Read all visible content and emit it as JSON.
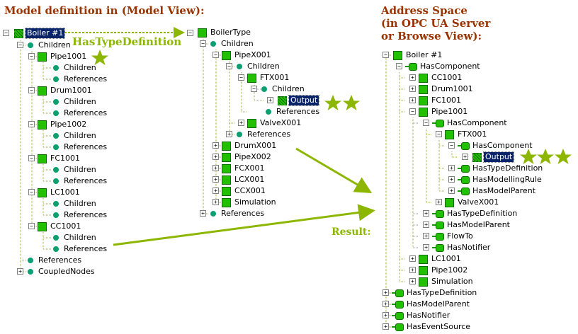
{
  "headings": {
    "model_definition": "Model definition in (Model View):",
    "address_space_line1": "Address Space",
    "address_space_line2": "(in OPC UA Server",
    "address_space_line3": "or Browse View):",
    "has_type_definition": "HasTypeDefinition",
    "result": "Result:"
  },
  "model_tree": {
    "root": "Boiler #1",
    "children": "Children",
    "pipe1001": "Pipe1001",
    "pipe1001_children": "Children",
    "pipe1001_references": "References",
    "drum1001": "Drum1001",
    "drum1001_children": "Children",
    "drum1001_references": "References",
    "pipe1002": "Pipe1002",
    "pipe1002_children": "Children",
    "pipe1002_references": "References",
    "fc1001": "FC1001",
    "fc1001_children": "Children",
    "fc1001_references": "References",
    "lc1001": "LC1001",
    "lc1001_children": "Children",
    "lc1001_references": "References",
    "cc1001": "CC1001",
    "cc1001_children": "Children",
    "cc1001_references": "References",
    "references": "References",
    "coupled_nodes": "CoupledNodes"
  },
  "type_tree": {
    "root": "BoilerType",
    "children": "Children",
    "pipex001": "PipeX001",
    "pipex001_children": "Children",
    "ftx001": "FTX001",
    "ftx001_children": "Children",
    "output": "Output",
    "ftx001_references": "References",
    "valvex001": "ValveX001",
    "pipex001_references": "References",
    "drumx001": "DrumX001",
    "pipex002": "PipeX002",
    "fcx001": "FCX001",
    "lcx001": "LCX001",
    "ccx001": "CCX001",
    "simulation": "Simulation",
    "references": "References"
  },
  "address_tree": {
    "root": "Boiler #1",
    "has_component": "HasComponent",
    "cc1001": "CC1001",
    "drum1001": "Drum1001",
    "fc1001": "FC1001",
    "pipe1001": "Pipe1001",
    "pipe1001_has_component": "HasComponent",
    "ftx001": "FTX001",
    "ftx001_has_component": "HasComponent",
    "output": "Output",
    "ftx001_has_type_definition": "HasTypeDefinition",
    "ftx001_has_modelling_rule": "HasModellingRule",
    "ftx001_has_model_parent": "HasModelParent",
    "valvex001": "ValveX001",
    "pipe1001_has_type_definition": "HasTypeDefinition",
    "pipe1001_has_model_parent": "HasModelParent",
    "pipe1001_flow_to": "FlowTo",
    "pipe1001_has_notifier": "HasNotifier",
    "lc1001": "LC1001",
    "pipe1002": "Pipe1002",
    "simulation": "Simulation",
    "has_type_definition": "HasTypeDefinition",
    "has_model_parent": "HasModelParent",
    "has_notifier": "HasNotifier",
    "has_event_source": "HasEventSource"
  },
  "colors": {
    "heading": "#993300",
    "accent_green": "#8db600",
    "object_icon": "#22c000",
    "folder_icon": "#0aa070",
    "selection": "#0a246a"
  }
}
